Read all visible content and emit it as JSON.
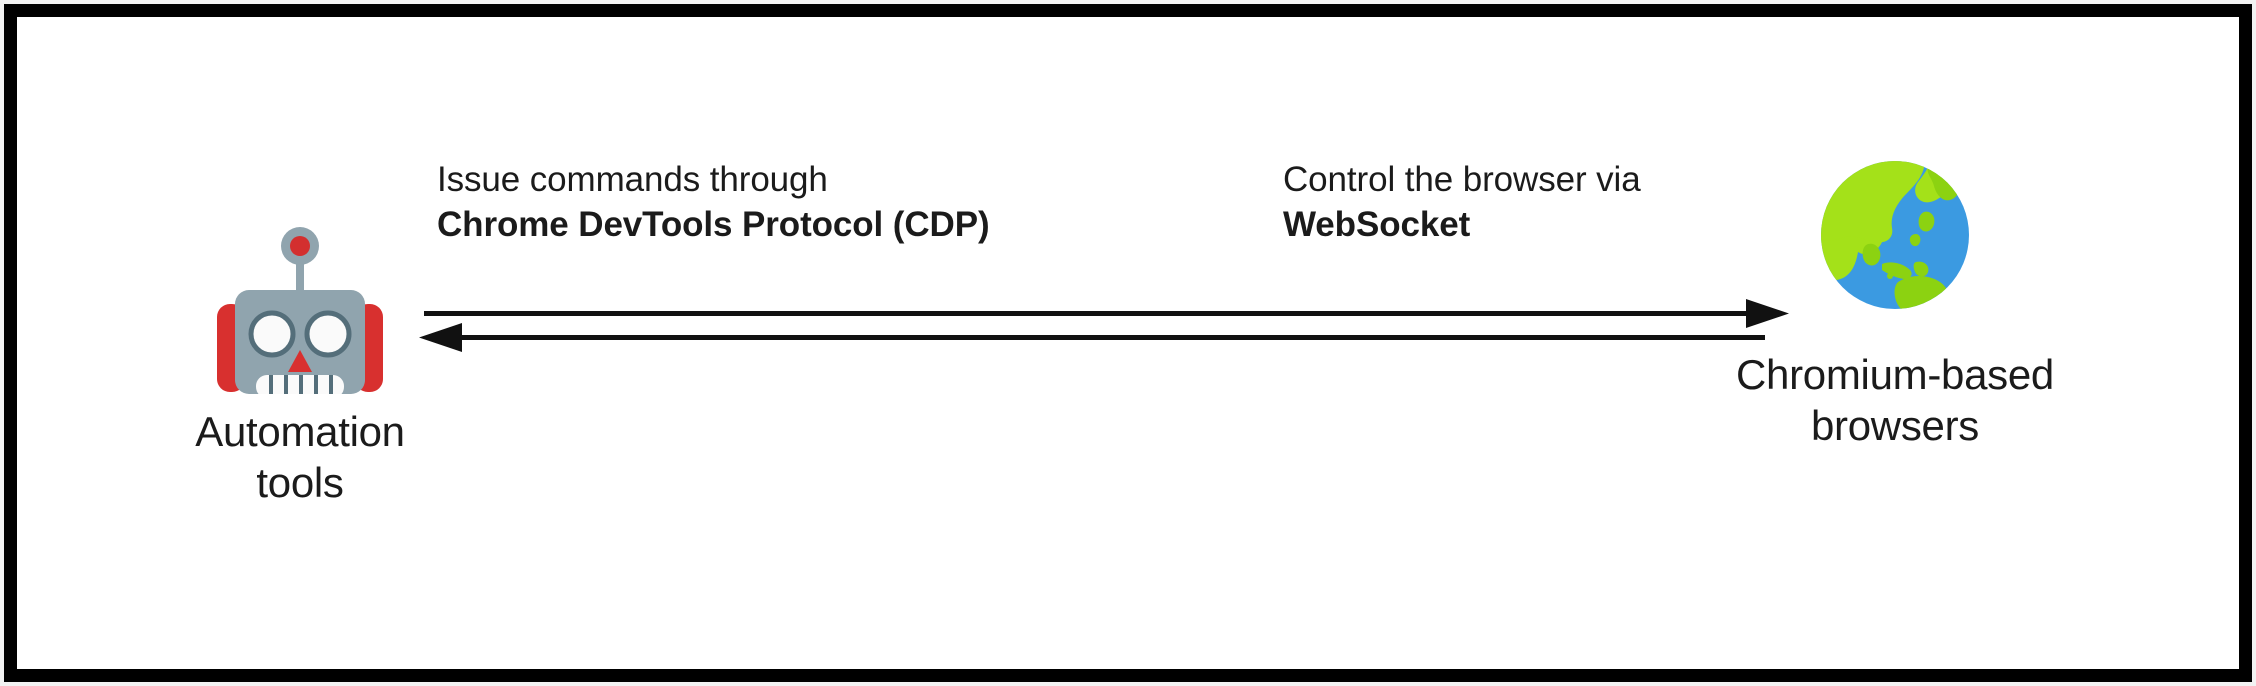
{
  "diagram": {
    "title": "Automation tools control Chromium-based browsers via CDP over WebSocket",
    "background_color": "#ffffff",
    "frame_color": "#000000",
    "text_color": "#1b1b1b",
    "nodes": [
      {
        "id": "automation-tools",
        "icon": "robot-icon",
        "icon_emoji": "robot",
        "caption_line1": "Automation",
        "caption_line2": "tools",
        "colors": {
          "head": "#90a4ae",
          "ear": "#d32f2f",
          "antenna_dot": "#d32f2f",
          "eye": "#fafafa",
          "eye_outline": "#546e7a",
          "nose": "#d32f2f",
          "teeth": "#fafafa"
        }
      },
      {
        "id": "chromium-browsers",
        "icon": "globe-icon",
        "icon_emoji": "globe-showing-asia-australia",
        "caption_line1": "Chromium-based",
        "caption_line2": "browsers",
        "colors": {
          "ocean": "#3b9ae1",
          "land": "#8cd211",
          "land_top": "#a4e119"
        }
      }
    ],
    "connectors": [
      {
        "id": "cdp-connector",
        "label_line1": "Issue commands through",
        "label_line2": "Chrome DevTools Protocol (CDP)",
        "direction": "left-to-right",
        "arrow_color": "#111111"
      },
      {
        "id": "websocket-connector",
        "label_line1": "Control the browser via",
        "label_line2": "WebSocket",
        "direction": "right-to-left",
        "arrow_color": "#111111"
      }
    ]
  }
}
